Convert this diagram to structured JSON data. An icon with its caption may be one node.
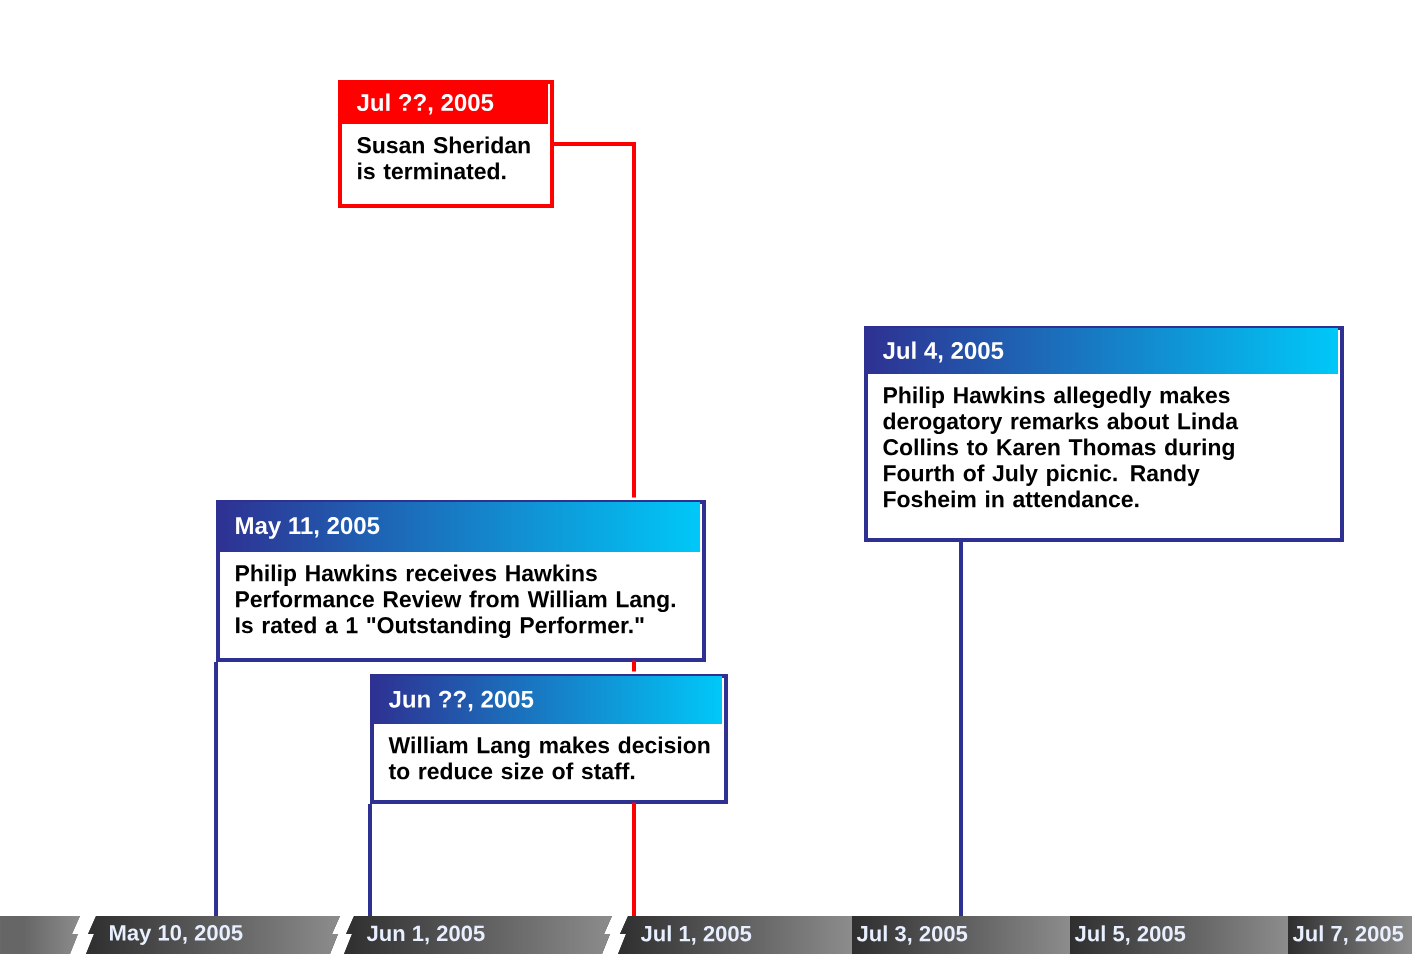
{
  "diagram": {
    "nodes": [
      {
        "text": [
          "Jul ??, 2005",
          "Susan Sheridan is terminated."
        ]
      },
      {
        "text": [
          "Jul 4, 2005",
          "Philip Hawkins allegedly makes derogatory remarks about Linda Collins to Karen Thomas during Fourth of July picnic. Randy Fosheim in attendance."
        ]
      },
      {
        "text": [
          "May 11, 2005",
          "Philip Hawkins receives Hawkins Performance Review from William Lang. Is rated a 1 \"Outstanding Performer.\""
        ]
      },
      {
        "text": [
          "Jun ??, 2005",
          "William Lang makes decision to reduce size of staff."
        ]
      },
      {
        "text": [],
        "shape": "bar"
      },
      {
        "text": [
          "May 10, 2005"
        ]
      },
      {
        "text": [
          "Jun 1, 2005"
        ]
      },
      {
        "text": [
          "Jul 1, 2005"
        ]
      },
      {
        "text": [
          "Jul 3, 2005"
        ]
      },
      {
        "text": [
          "Jul 5, 2005"
        ]
      },
      {
        "text": [
          "Jul 7, 2005"
        ]
      }
    ],
    "edges": [
      {
        "from": 0,
        "to": 7,
        "arrow": "none",
        "color": "#ff0000"
      },
      {
        "from": 1,
        "to": 8,
        "arrow": "none"
      },
      {
        "from": 2,
        "to": 5,
        "arrow": "none"
      },
      {
        "from": 3,
        "to": 6,
        "arrow": "none"
      }
    ]
  }
}
